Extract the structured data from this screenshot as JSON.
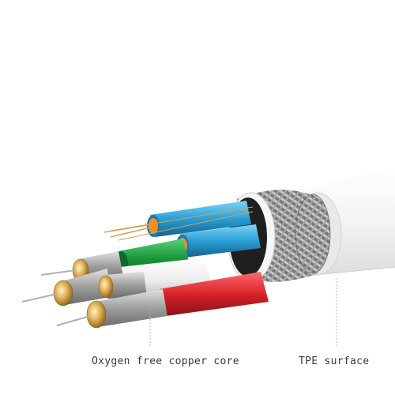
{
  "labels": {
    "copper_core": "Oxygen free copper core",
    "tpe_surface": "TPE surface"
  },
  "colors": {
    "background": "#ffffff",
    "jacket": "#f2f2f2",
    "braid": "#9a9a9a",
    "blue_wire": "#2a9fd6",
    "green_wire": "#1c9a3a",
    "red_wire": "#d8232a",
    "white_wire": "#eeeeee",
    "copper": "#c9a55a",
    "callout_line": "#b8b8b8",
    "text": "#3a3a3a"
  },
  "icons": [
    "usb-cable-cross-section"
  ]
}
